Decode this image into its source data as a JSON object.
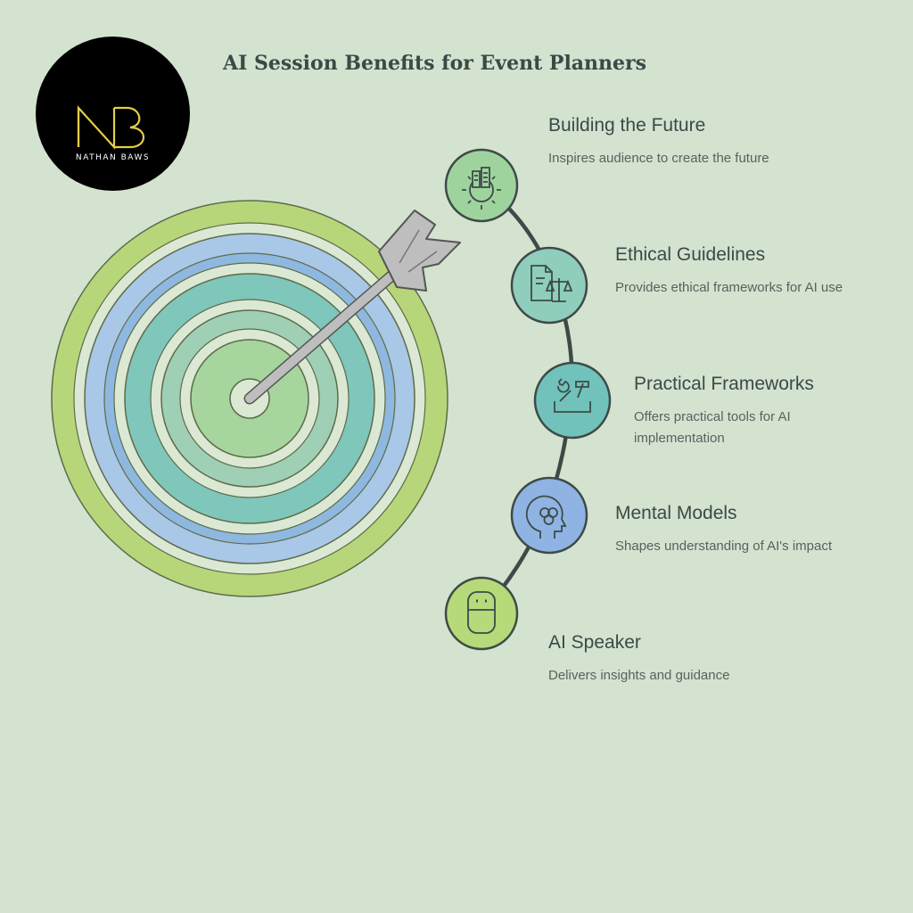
{
  "logo": {
    "monogram": "NB",
    "name": "NATHAN BAWS",
    "gold_color": "#e3cf45"
  },
  "title": "AI Session Benefits for Event Planners",
  "items": [
    {
      "title": "Building the Future",
      "description": "Inspires audience to create the future",
      "icon": "building-gear-icon",
      "color": "#9fd39e"
    },
    {
      "title": "Ethical Guidelines",
      "description": "Provides ethical frameworks for AI use",
      "icon": "document-scales-icon",
      "color": "#8fcdbd"
    },
    {
      "title": "Practical Frameworks",
      "description": "Offers practical tools for AI implementation",
      "icon": "tools-icon",
      "color": "#71c2ba"
    },
    {
      "title": "Mental Models",
      "description": "Shapes understanding of AI's impact",
      "icon": "head-brain-icon",
      "color": "#8fb4e3"
    },
    {
      "title": "AI Speaker",
      "description": "Delivers insights and guidance",
      "icon": "smart-speaker-icon",
      "color": "#b6d97a"
    }
  ],
  "target": {
    "ring_colors": [
      "#b7d67a",
      "#a9c7e6",
      "#8fb8e0",
      "#7fc6bb",
      "#9fcfb4",
      "#a6d59e"
    ],
    "arrow_color": "#bebebe"
  }
}
